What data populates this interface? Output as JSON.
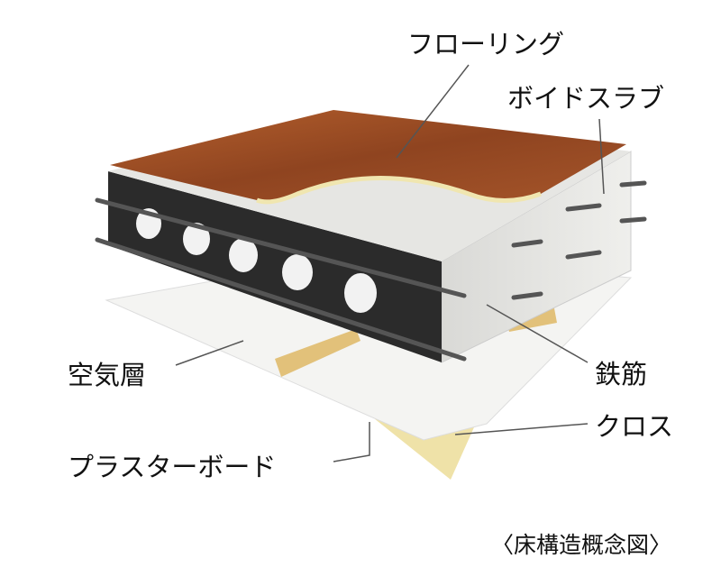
{
  "labels": {
    "flooring": "フローリング",
    "void_slab": "ボイドスラブ",
    "rebar": "鉄筋",
    "air_layer": "空気層",
    "cloth": "クロス",
    "plasterboard": "プラスターボード"
  },
  "caption": "〈床構造概念図〉",
  "colors": {
    "wood": "#9a4a22",
    "concrete": "#e6e6e3",
    "slab_front": "#2b2b2b",
    "board": "#f4f4f2",
    "cloth": "#efe2a8",
    "beam": "#e2c17a"
  }
}
